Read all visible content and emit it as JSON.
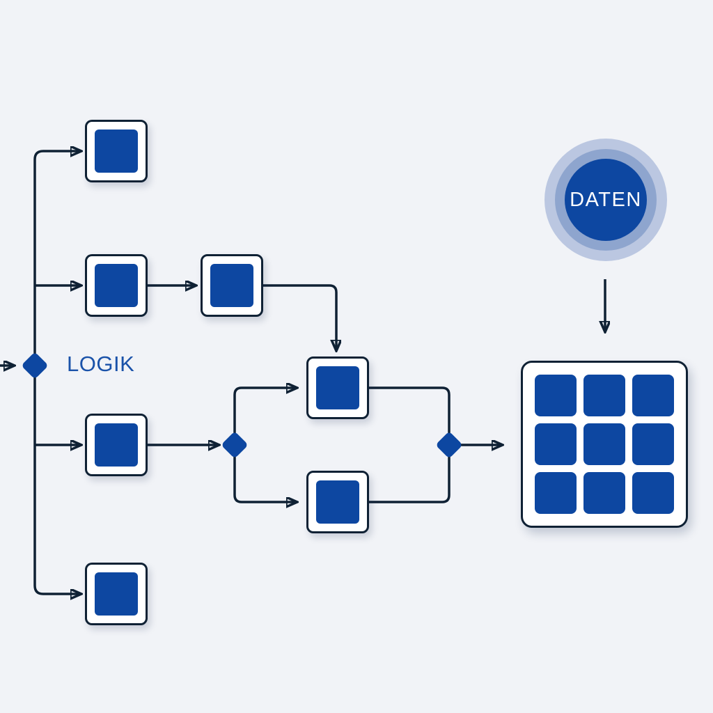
{
  "diagram": {
    "labels": {
      "logic": "LOGIK",
      "data": "DATEN"
    },
    "structure": {
      "process_nodes": 7,
      "gateway_diamonds": 3,
      "output_grid_rows": 3,
      "output_grid_cols": 3
    }
  },
  "colors": {
    "background": "#F1F3F7",
    "primary-blue": "#0D47A1",
    "line-navy": "#0F2134",
    "label-blue": "#1A52A9",
    "halo-outer": "#BBC7E1",
    "halo-mid": "#8EA5CE",
    "node-bg": "#FFFFFF"
  }
}
